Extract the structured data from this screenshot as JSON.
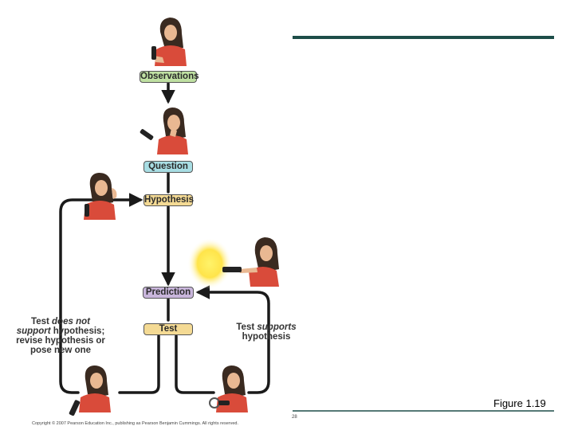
{
  "boxes": {
    "observations": "Observations",
    "question": "Question",
    "hypothesis": "Hypothesis",
    "prediction": "Prediction",
    "test": "Test"
  },
  "labels": {
    "not_support_1": "Test",
    "not_support_em": "does not",
    "not_support_2": "support",
    "not_support_3": "hypothesis;",
    "not_support_4": "revise hypothesis or",
    "not_support_5": "pose new one",
    "support_1": "Test",
    "support_em": "supports",
    "support_2": "hypothesis"
  },
  "figure_caption": "Figure 1.19",
  "copyright": "Copyright © 2007 Pearson Education Inc., publishing as Pearson Benjamin Cummings. All rights reserved.",
  "slide_number": "28",
  "colors": {
    "accent_line": "#1d4d48",
    "observations": "#bfe0a2",
    "question": "#a8dde3",
    "hypothesis": "#f4da94",
    "prediction": "#c9b6dc",
    "test": "#f4da94",
    "shirt": "#d94b3a",
    "arrow": "#1a1a1a"
  }
}
